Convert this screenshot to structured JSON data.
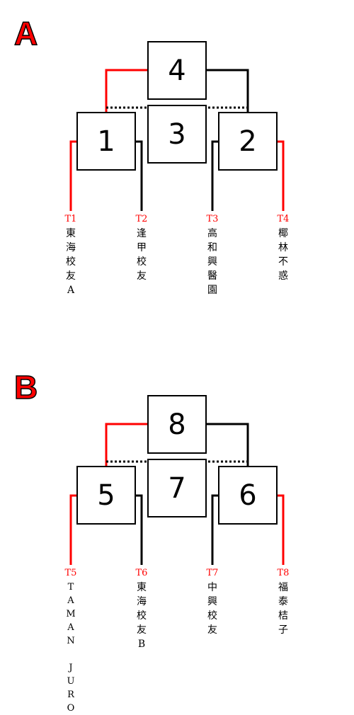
{
  "colors": {
    "red": "#ff0000",
    "black": "#000000",
    "background": "#ffffff"
  },
  "groups": [
    {
      "letter": "A",
      "matches": {
        "left": "1",
        "right": "2",
        "third": "3",
        "final": "4"
      },
      "teams": [
        {
          "code": "T1",
          "name": "東\n海\n校\n友\nA",
          "line_color": "red"
        },
        {
          "code": "T2",
          "name": "逢\n甲\n校\n友",
          "line_color": "black"
        },
        {
          "code": "T3",
          "name": "高\n和\n興\n醫\n園",
          "line_color": "black"
        },
        {
          "code": "T4",
          "name": "椰\n林\n不\n惑",
          "line_color": "red"
        }
      ]
    },
    {
      "letter": "B",
      "matches": {
        "left": "5",
        "right": "6",
        "third": "7",
        "final": "8"
      },
      "teams": [
        {
          "code": "T5",
          "name": "T\nA\nM\nA\nN\n \nJ\nU\nR\nO",
          "line_color": "red"
        },
        {
          "code": "T6",
          "name": "東\n海\n校\n友\nB",
          "line_color": "black"
        },
        {
          "code": "T7",
          "name": "中\n興\n校\n友",
          "line_color": "black"
        },
        {
          "code": "T8",
          "name": "福\n泰\n桔\n子",
          "line_color": "red"
        }
      ]
    }
  ]
}
